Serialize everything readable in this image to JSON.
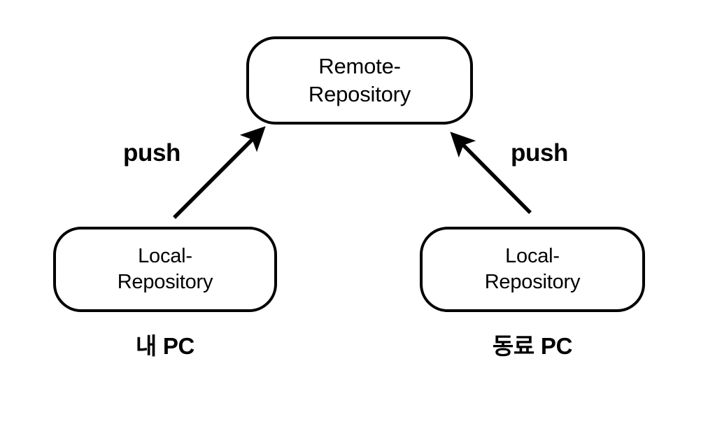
{
  "diagram": {
    "title": "Git push flow between local repositories and remote repository",
    "background_color": "#ffffff",
    "stroke_color": "#000000",
    "nodes": {
      "remote": {
        "line1": "Remote-",
        "line2": "Repository",
        "shape": "rounded-rectangle"
      },
      "local_mine": {
        "line1": "Local-",
        "line2": "Repository",
        "shape": "rounded-rectangle",
        "caption": "내 PC"
      },
      "local_peer": {
        "line1": "Local-",
        "line2": "Repository",
        "shape": "rounded-rectangle",
        "caption": "동료 PC"
      }
    },
    "edges": [
      {
        "id": "push-left",
        "label": "push",
        "from": "local_mine",
        "to": "remote",
        "direction": "up-right",
        "arrowhead": "filled-triangle"
      },
      {
        "id": "push-right",
        "label": "push",
        "from": "local_peer",
        "to": "remote",
        "direction": "up-left",
        "arrowhead": "filled-triangle"
      }
    ]
  }
}
